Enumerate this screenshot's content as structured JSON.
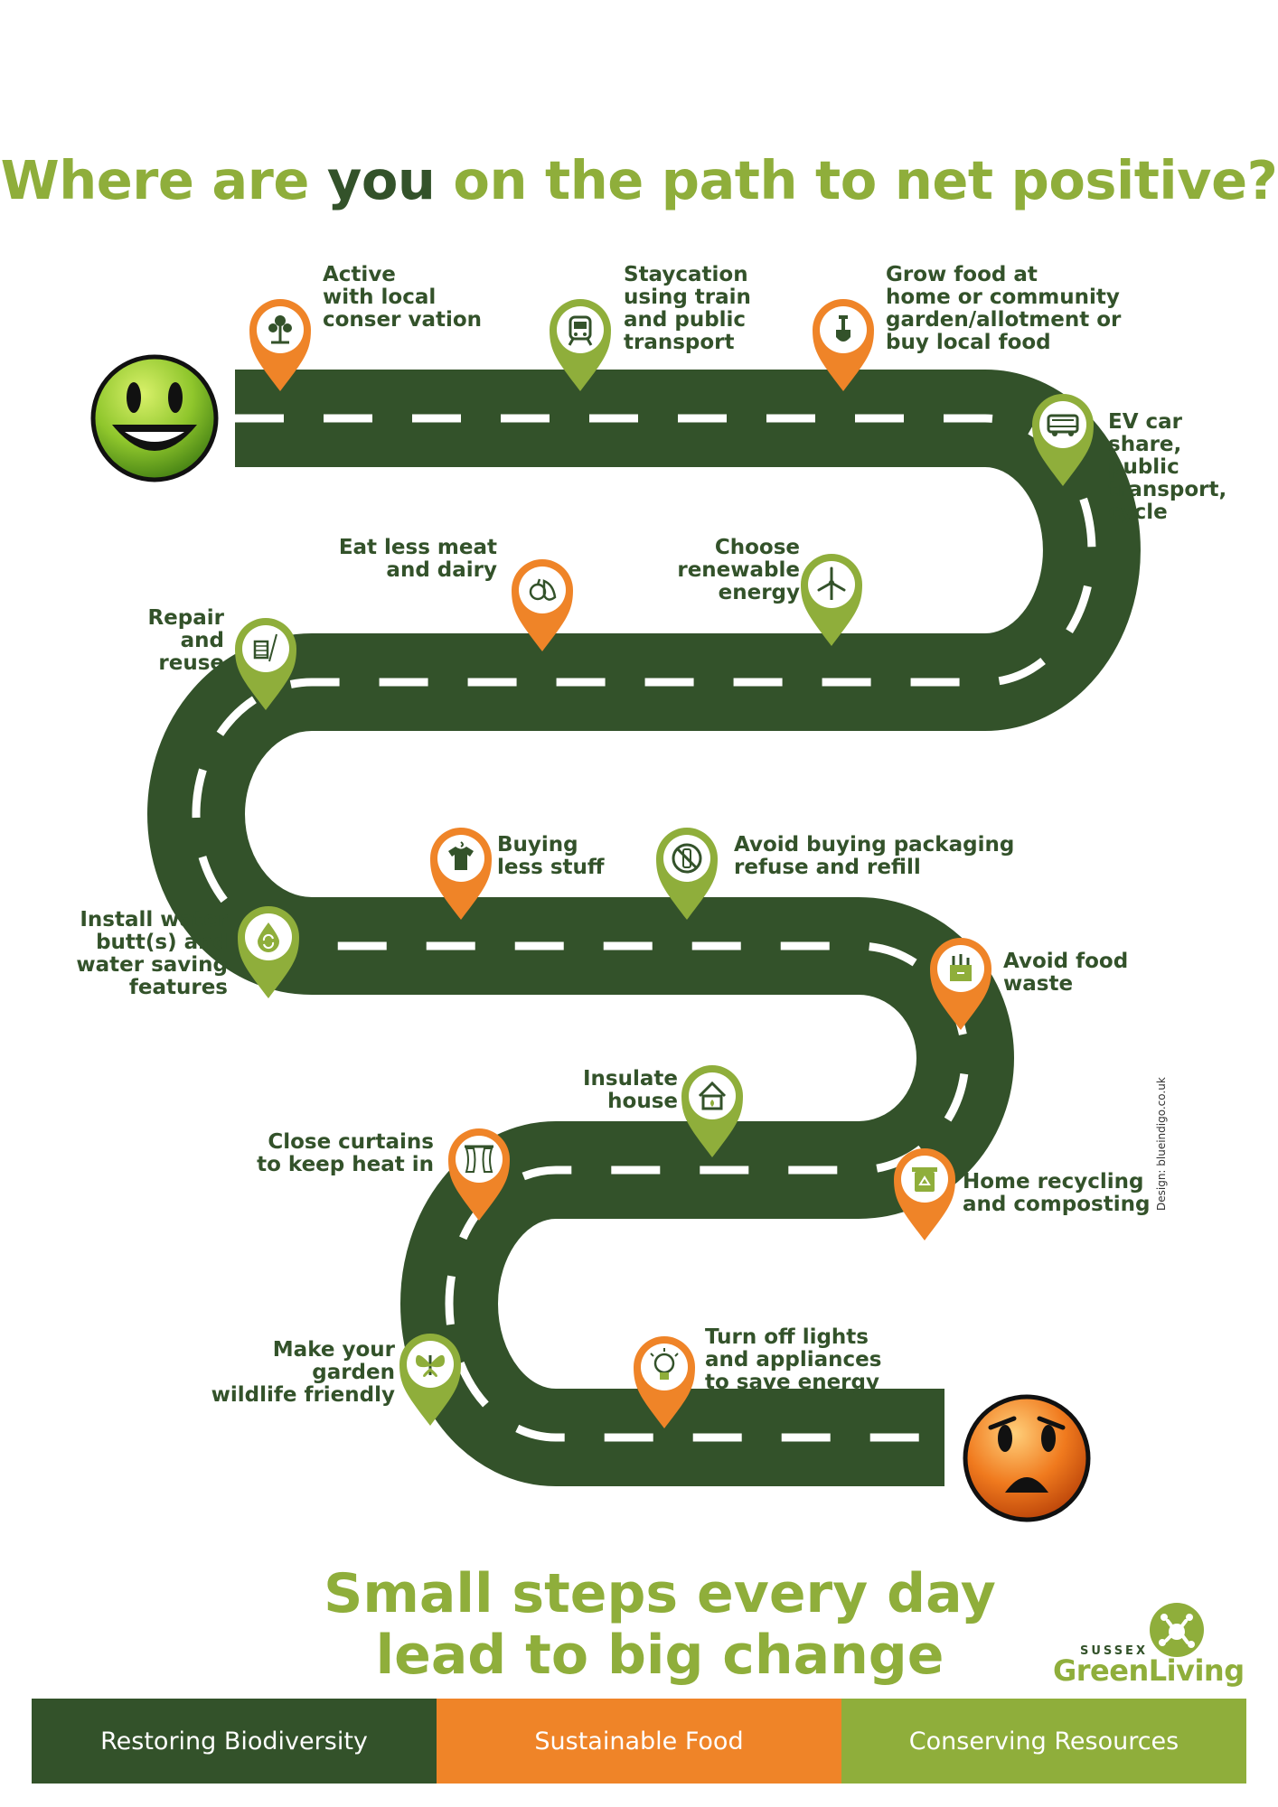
{
  "title": {
    "part1": "Where are ",
    "part2": "you",
    "part3": " on the path to net positive?"
  },
  "colors": {
    "road": "#33522a",
    "orange": "#ef8428",
    "light_green": "#8fae3b",
    "dark_green": "#33522a"
  },
  "steps": [
    {
      "label": "Active\nwith local\nconser vation",
      "icon": "tree-icon",
      "color": "orange"
    },
    {
      "label": "Staycation\nusing train\nand public\ntransport",
      "icon": "train-icon",
      "color": "green"
    },
    {
      "label": "Grow food at\nhome or community\ngarden/allotment or\nbuy local food",
      "icon": "spade-icon",
      "color": "orange"
    },
    {
      "label": "EV car\nshare,\npublic\ntransport,\ncycle",
      "icon": "bus-icon",
      "color": "green"
    },
    {
      "label": "Choose\nrenewable\nenergy",
      "icon": "wind-turbine-icon",
      "color": "green"
    },
    {
      "label": "Eat less meat\nand dairy",
      "icon": "fruit-veg-icon",
      "color": "orange"
    },
    {
      "label": "Repair\nand\nreuse",
      "icon": "sewing-icon",
      "color": "green"
    },
    {
      "label": "Buying\nless stuff",
      "icon": "tshirt-icon",
      "color": "orange"
    },
    {
      "label": "Avoid buying packaging\nrefuse and refill",
      "icon": "no-bottle-icon",
      "color": "green"
    },
    {
      "label": "Install water\nbutt(s) and\nwater saving\nfeatures",
      "icon": "water-drop-icon",
      "color": "green"
    },
    {
      "label": "Avoid food\nwaste",
      "icon": "food-bag-icon",
      "color": "orange"
    },
    {
      "label": "Insulate\nhouse",
      "icon": "house-icon",
      "color": "green"
    },
    {
      "label": "Close curtains\nto keep heat in",
      "icon": "curtains-icon",
      "color": "orange"
    },
    {
      "label": "Home recycling\nand composting",
      "icon": "recycling-bin-icon",
      "color": "orange"
    },
    {
      "label": "Make your garden\nwildlife friendly",
      "icon": "butterfly-icon",
      "color": "green"
    },
    {
      "label": "Turn off lights\nand appliances\nto save energy",
      "icon": "lightbulb-icon",
      "color": "orange"
    }
  ],
  "tagline": {
    "line1": "Small steps every day",
    "line2": "lead to big change"
  },
  "brand": {
    "small": "SUSSEX",
    "big": "GreenLiving"
  },
  "credit": "Design: blueindigo.co.uk",
  "footer": [
    {
      "label": "Restoring Biodiversity",
      "color": "#33522a"
    },
    {
      "label": "Sustainable Food",
      "color": "#ef8428"
    },
    {
      "label": "Conserving Resources",
      "color": "#8fae3b"
    }
  ]
}
